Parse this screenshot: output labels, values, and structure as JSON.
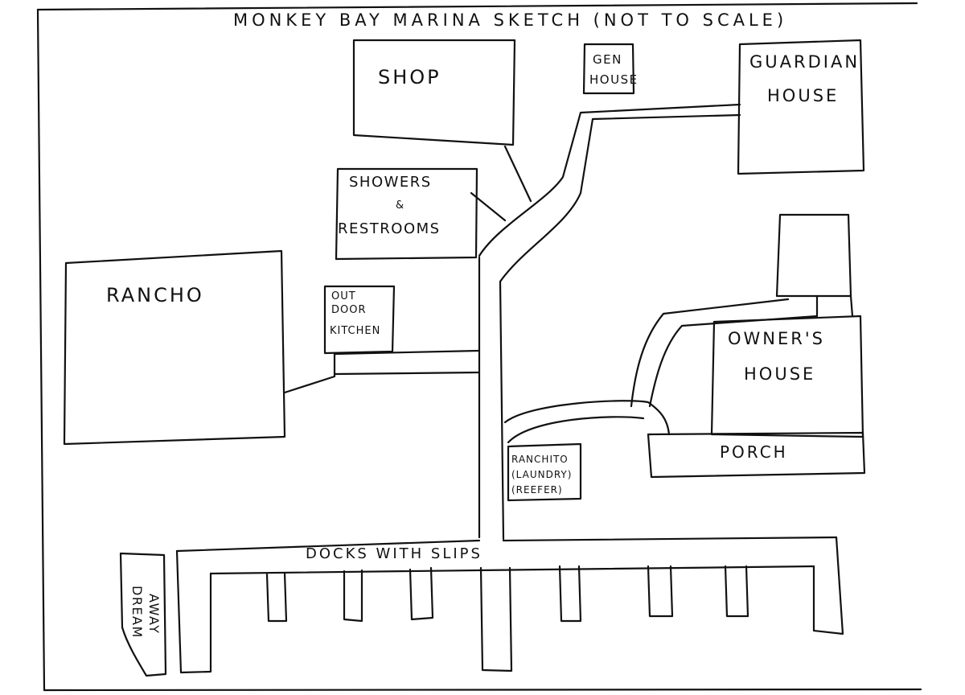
{
  "title": "MONKEY BAY MARINA SKETCH (NOT TO SCALE)",
  "buildings": {
    "shop": "SHOP",
    "gen_house": [
      "GEN",
      "HOUSE"
    ],
    "guardian_house": [
      "GUARDIAN",
      "HOUSE"
    ],
    "showers": [
      "SHOWERS",
      "&",
      "RESTROOMS"
    ],
    "rancho": "RANCHO",
    "outdoor_kitchen": [
      "OUT",
      "DOOR",
      "KITCHEN"
    ],
    "owners_house": [
      "OWNER'S",
      "HOUSE"
    ],
    "porch": "PORCH",
    "ranchito": [
      "RANCHITO",
      "(LAUNDRY)",
      "(REEFER)"
    ],
    "docks": "DOCKS WITH SLIPS",
    "dream_away": [
      "DREAM",
      "AWAY"
    ]
  },
  "colors": {
    "ink": "#111111",
    "paper": "#ffffff"
  }
}
